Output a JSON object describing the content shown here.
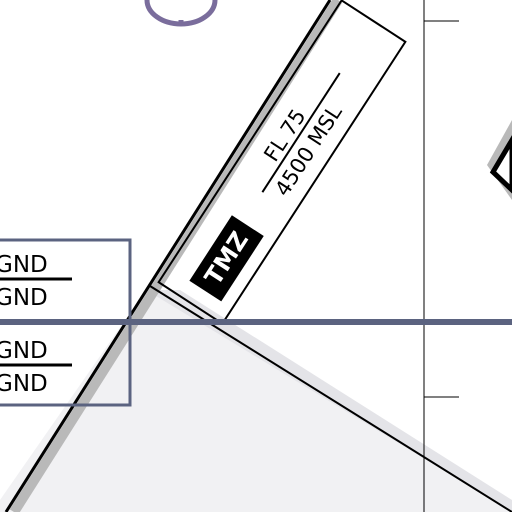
{
  "tmz_block": {
    "badge": "TMZ",
    "upper_limit": "FL 75",
    "lower_limit": "4500 MSL"
  },
  "airspace_box": {
    "row_1": "GND",
    "row_2": "GND",
    "row_3": "GND",
    "row_4": "GND"
  },
  "colors": {
    "boundary": "#000000",
    "shadow": "#b9b9b9",
    "shaded_area": "#f1f1f3",
    "band_shadow": "#dddde2",
    "airway": "#5b6380",
    "label_box": "#5b6380",
    "navaid": "#7a6d9c",
    "badge_fill": "#000000",
    "badge_text": "#ffffff"
  }
}
